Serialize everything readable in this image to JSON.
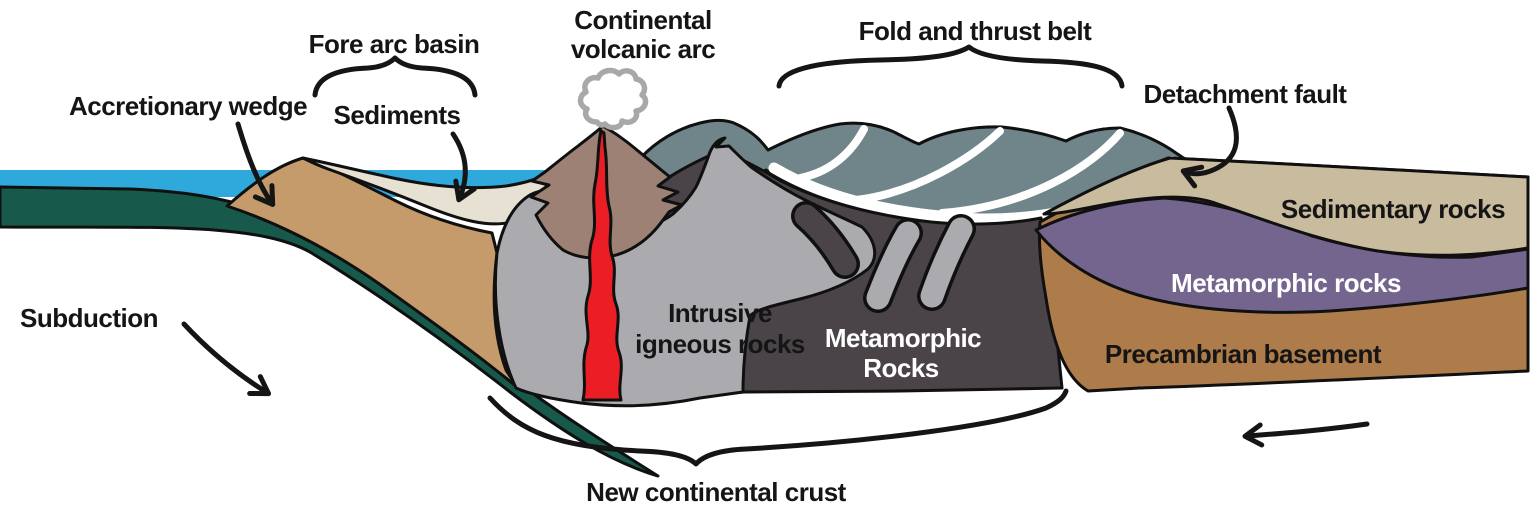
{
  "labels": {
    "accretionary_wedge": "Accretionary wedge",
    "fore_arc_basin": "Fore arc basin",
    "sediments": "Sediments",
    "volcanic_arc_line1": "Continental",
    "volcanic_arc_line2": "volcanic arc",
    "fold_and_thrust_belt": "Fold and thrust belt",
    "detachment_fault": "Detachment fault",
    "subduction": "Subduction",
    "new_continental_crust": "New continental crust",
    "intrusive_igneous_line1": "Intrusive",
    "intrusive_igneous_line2": "igneous rocks",
    "metamorphic_center_line1": "Metamorphic",
    "metamorphic_center_line2": "Rocks",
    "sedimentary_rocks": "Sedimentary rocks",
    "metamorphic_right": "Metamorphic rocks",
    "precambrian_basement": "Precambrian basement"
  },
  "colors": {
    "ocean": "#2FA9DC",
    "oceanic_plate": "#175A4B",
    "accretionary_wedge": "#C59B6C",
    "forearc_sediments": "#E6E1D2",
    "volcano": "#9C8174",
    "magma": "#EC1E25",
    "smoke": "#A8A8A8",
    "fold_thrust_belt": "#6F8589",
    "intrusive_igneous": "#ABAAAE",
    "metamorphic_center": "#4A4449",
    "sedimentary_rocks": "#C9BB9D",
    "metamorphic_right": "#74658E",
    "precambrian_basement": "#AE7C4B",
    "thrust_fault": "#FFFFFF",
    "outline": "#101010",
    "annotation": "#151515",
    "label_dark": "#151515",
    "label_light": "#FFFFFF"
  }
}
